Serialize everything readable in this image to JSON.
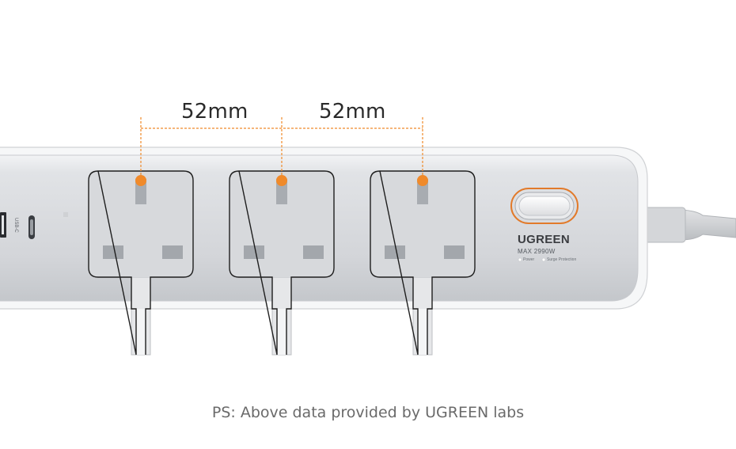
{
  "measurements": {
    "spacing_1": "52mm",
    "spacing_2": "52mm",
    "line_color": "#f08a2a"
  },
  "product": {
    "brand": "UGREEN",
    "max_power": "MAX 2990W",
    "indicator_power": "Power",
    "indicator_surge": "Surge Protection",
    "port_label": "USB-C"
  },
  "caption": "PS: Above data provided by UGREEN labs",
  "colors": {
    "accent": "#f08a2a",
    "body": "#d8dadd",
    "outline": "#1e1e1e"
  }
}
